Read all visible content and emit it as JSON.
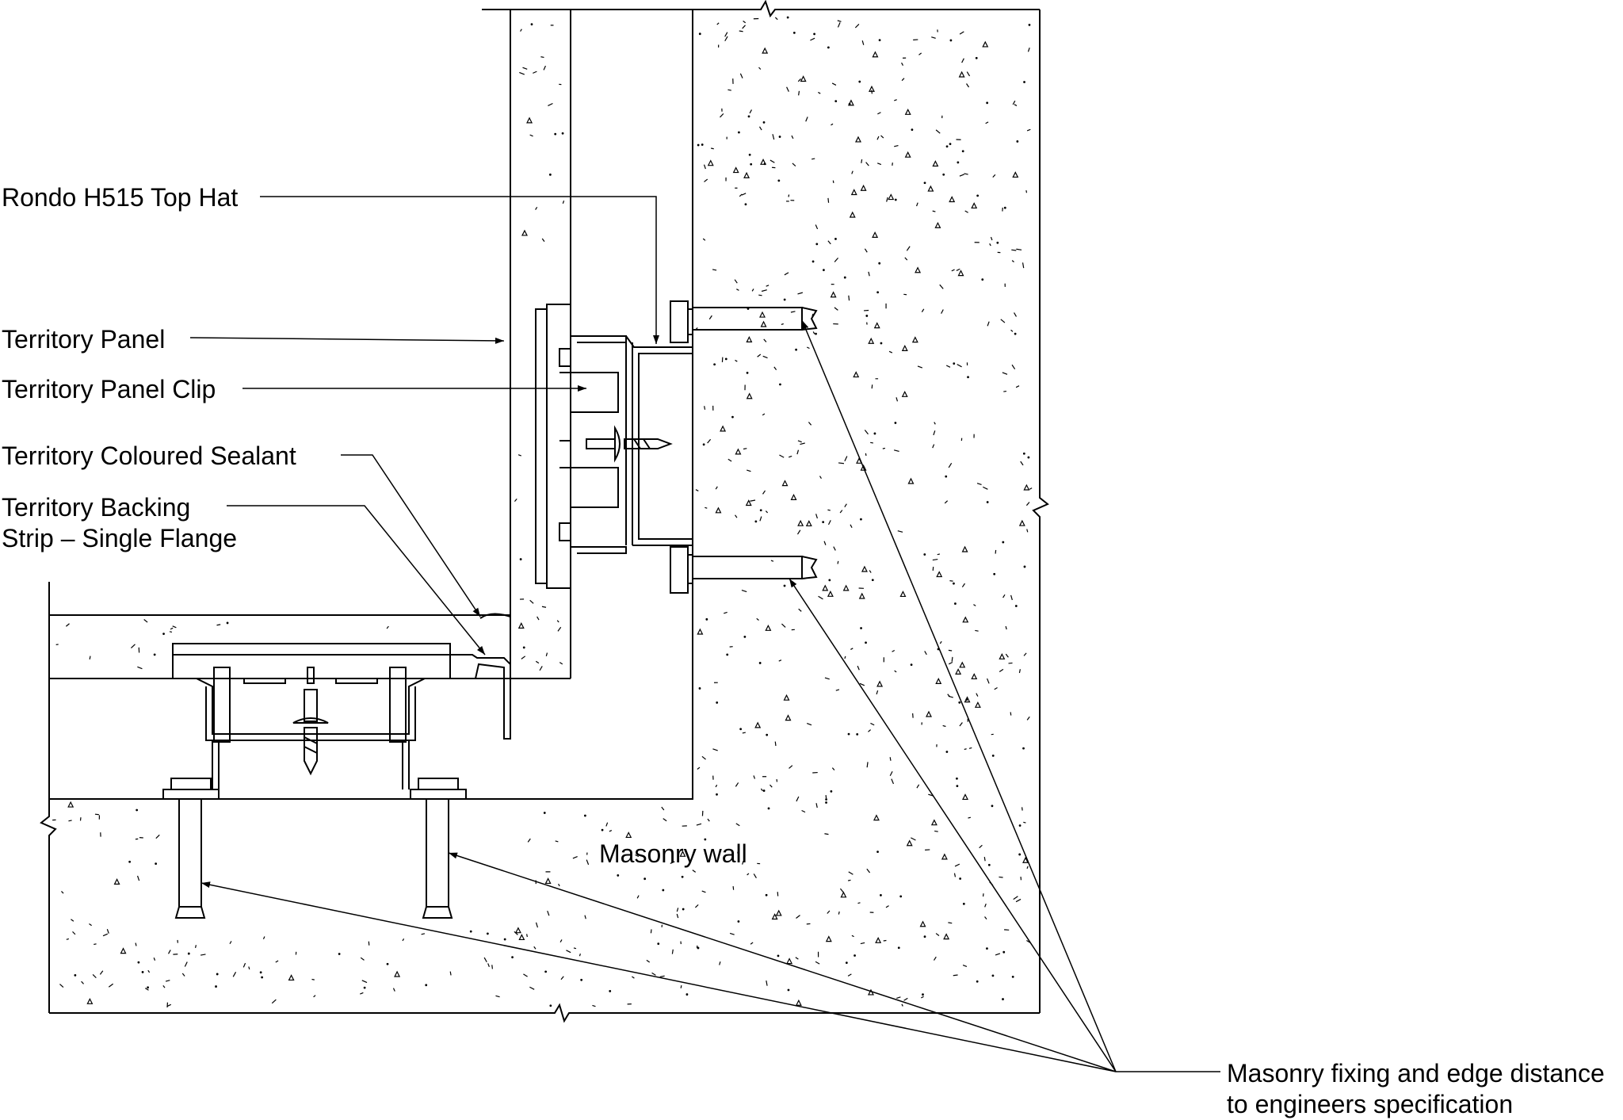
{
  "labels": {
    "top_hat": "Rondo H515 Top Hat",
    "panel": "Territory Panel",
    "clip": "Territory Panel Clip",
    "sealant": "Territory Coloured Sealant",
    "backing_1": "Territory Backing",
    "backing_2": "Strip – Single Flange",
    "masonry": "Masonry wall",
    "fixing_1": "Masonry fixing and edge distance",
    "fixing_2": "to engineers specification"
  },
  "colors": {
    "line": "#000000",
    "background": "#ffffff"
  }
}
